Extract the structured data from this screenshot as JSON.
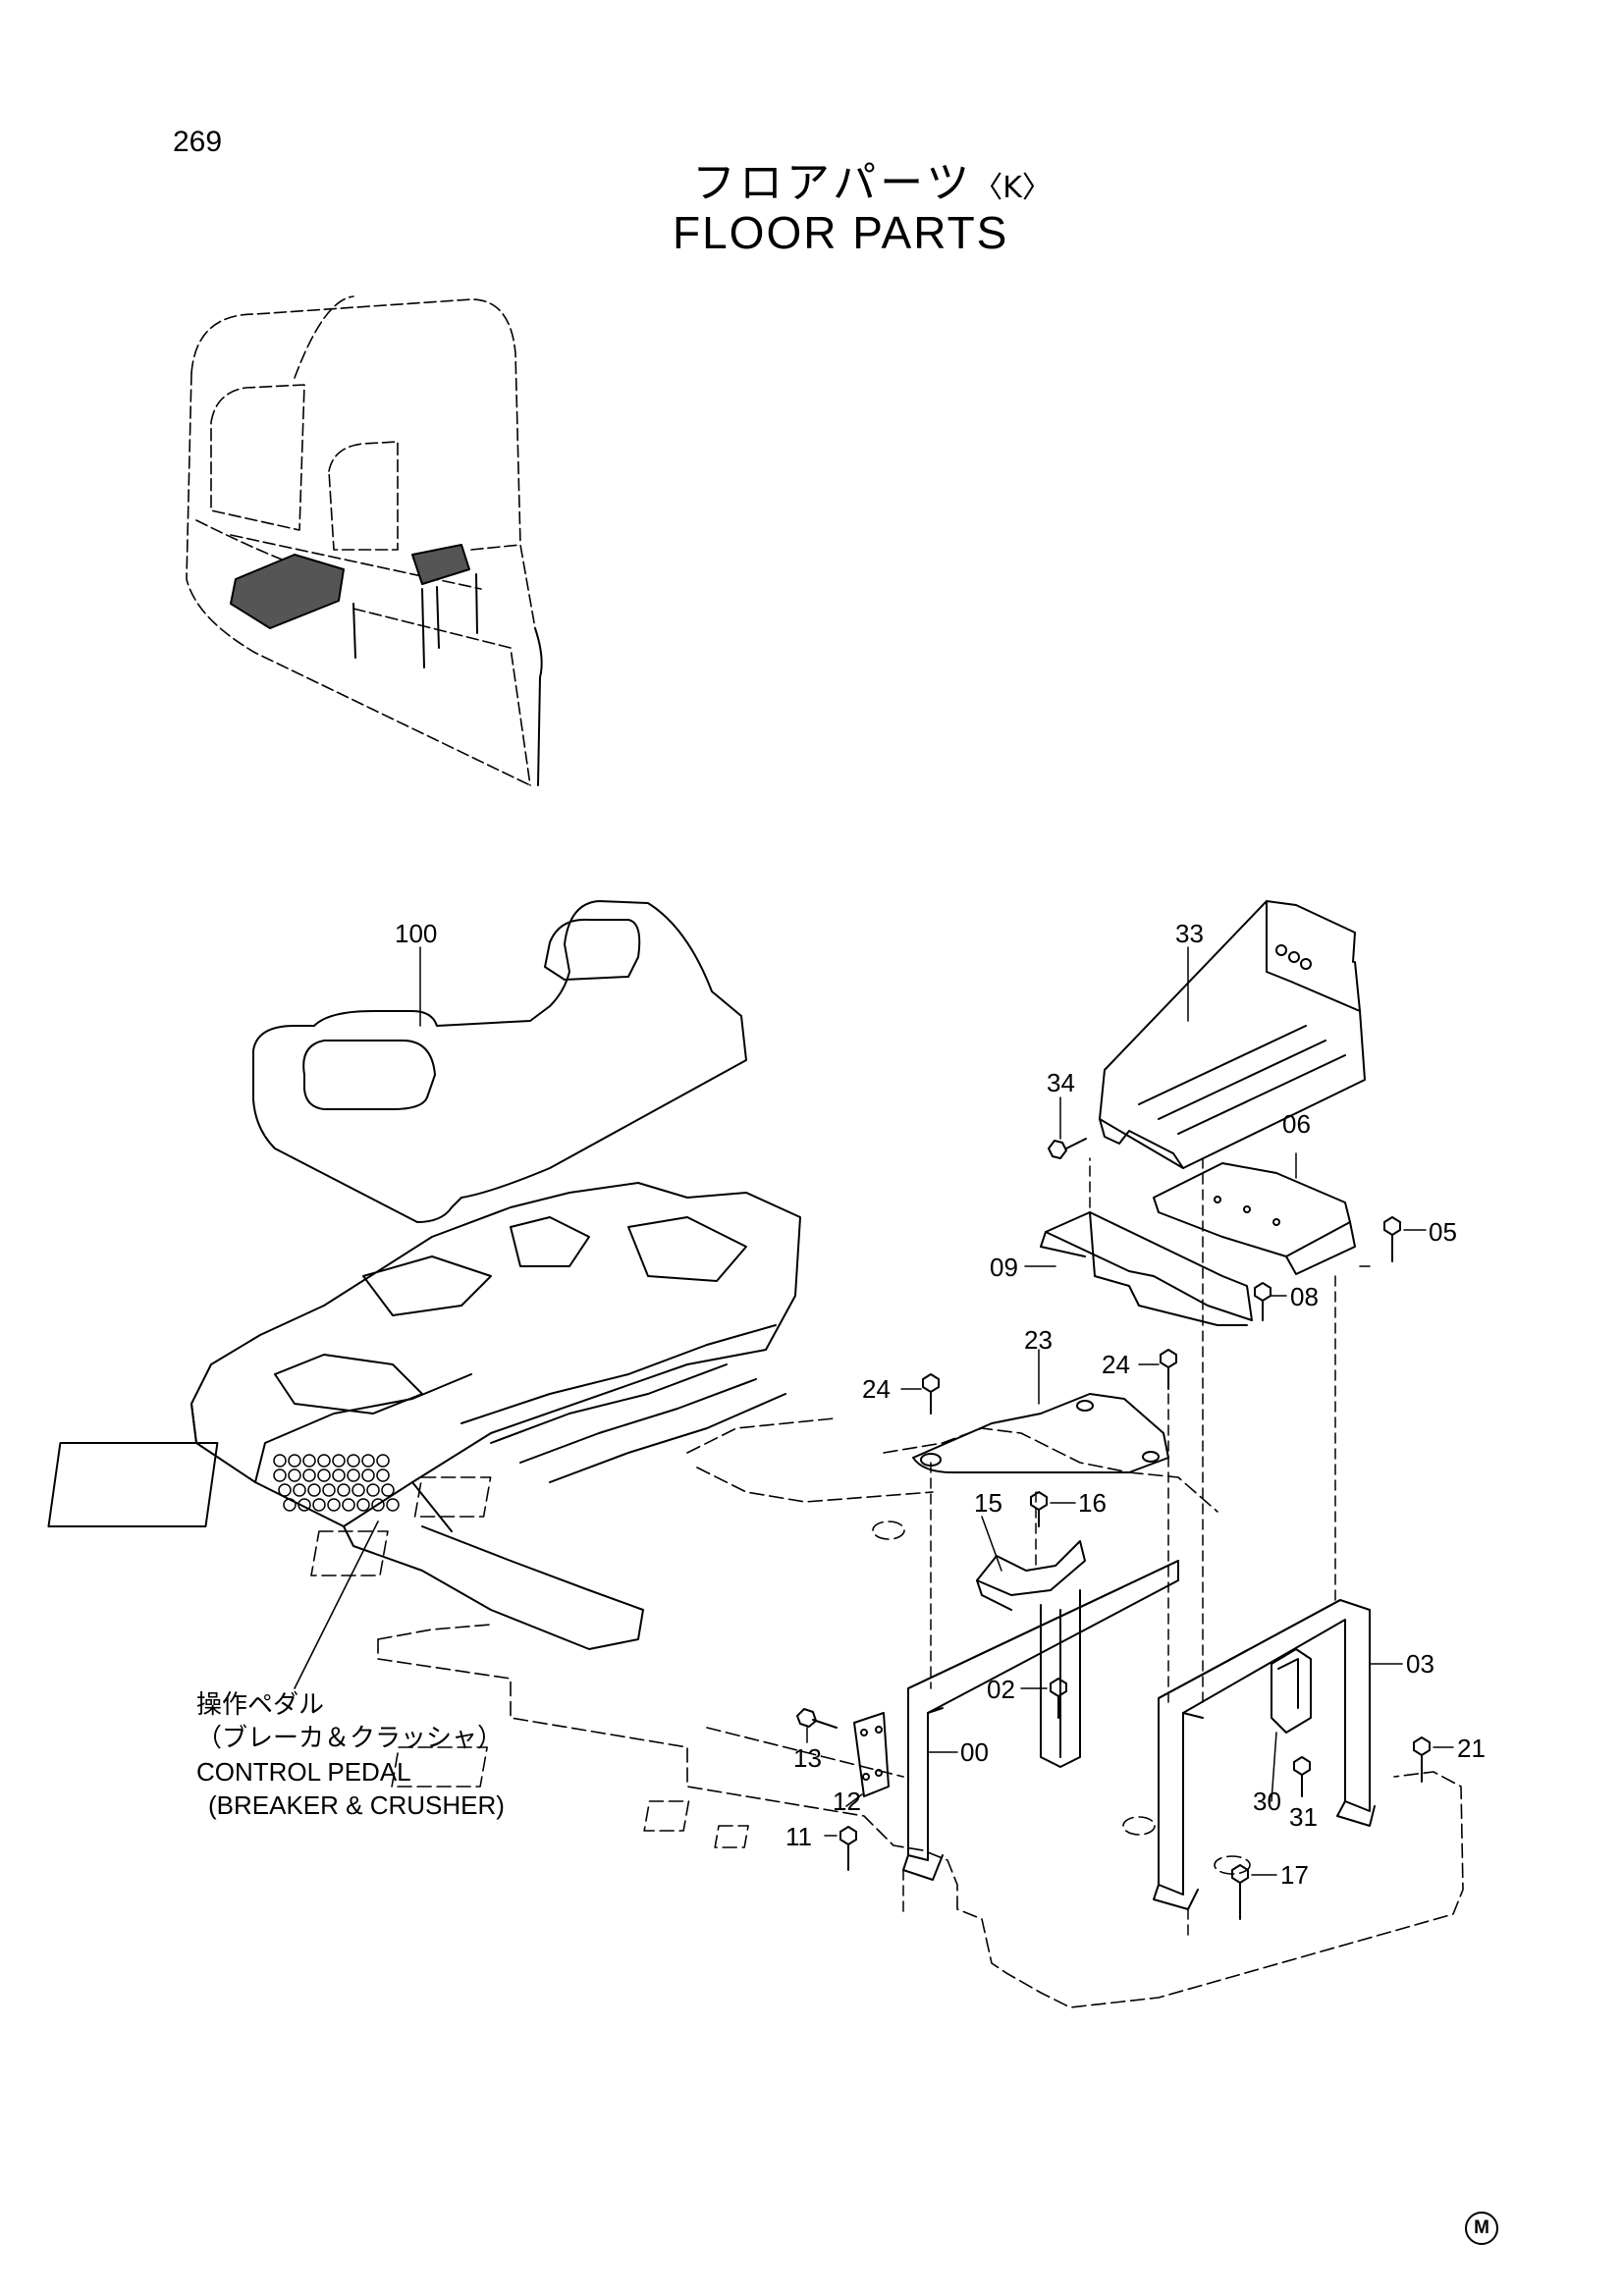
{
  "page_number": "269",
  "title_jp": "フロアパーツ",
  "title_tag": "〈K〉",
  "title_en": "FLOOR  PARTS",
  "callouts": {
    "p100": "100",
    "p33": "33",
    "p34": "34",
    "p06": "06",
    "p05": "05",
    "p09": "09",
    "p08": "08",
    "p23": "23",
    "p24a": "24",
    "p24b": "24",
    "p15": "15",
    "p16": "16",
    "p02": "02",
    "p03": "03",
    "p13": "13",
    "p00": "00",
    "p12": "12",
    "p11": "11",
    "p30": "30",
    "p31": "31",
    "p21": "21",
    "p17": "17"
  },
  "note": {
    "line1": "操作ペダル",
    "line2": "（ブレーカ＆クラッシャ）",
    "line3": "CONTROL  PEDAL",
    "line4": "(BREAKER & CRUSHER)"
  },
  "corner_mark": "M"
}
